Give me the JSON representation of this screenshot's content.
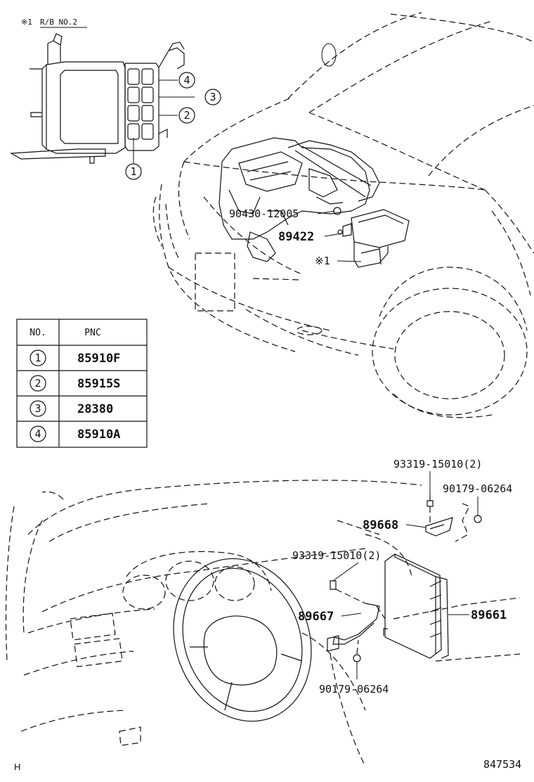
{
  "note_ref": {
    "mark": "※1",
    "text": "R/B NO.2"
  },
  "engine_callouts": [
    "90430-12005",
    "89422",
    "※1"
  ],
  "pnc_table": {
    "headers": [
      "NO.",
      "PNC"
    ],
    "rows": [
      {
        "no": "1",
        "pnc": "85910F"
      },
      {
        "no": "2",
        "pnc": "85915S"
      },
      {
        "no": "3",
        "pnc": "28380"
      },
      {
        "no": "4",
        "pnc": "85910A"
      }
    ]
  },
  "relay_box_callouts": [
    "1",
    "2",
    "3",
    "4"
  ],
  "dash_callouts": [
    "93319-15010(2)",
    "90179-06264",
    "89668",
    "93319-15010(2)",
    "89667",
    "89661",
    "90179-06264"
  ],
  "footer": {
    "left": "H",
    "right": "847534"
  }
}
